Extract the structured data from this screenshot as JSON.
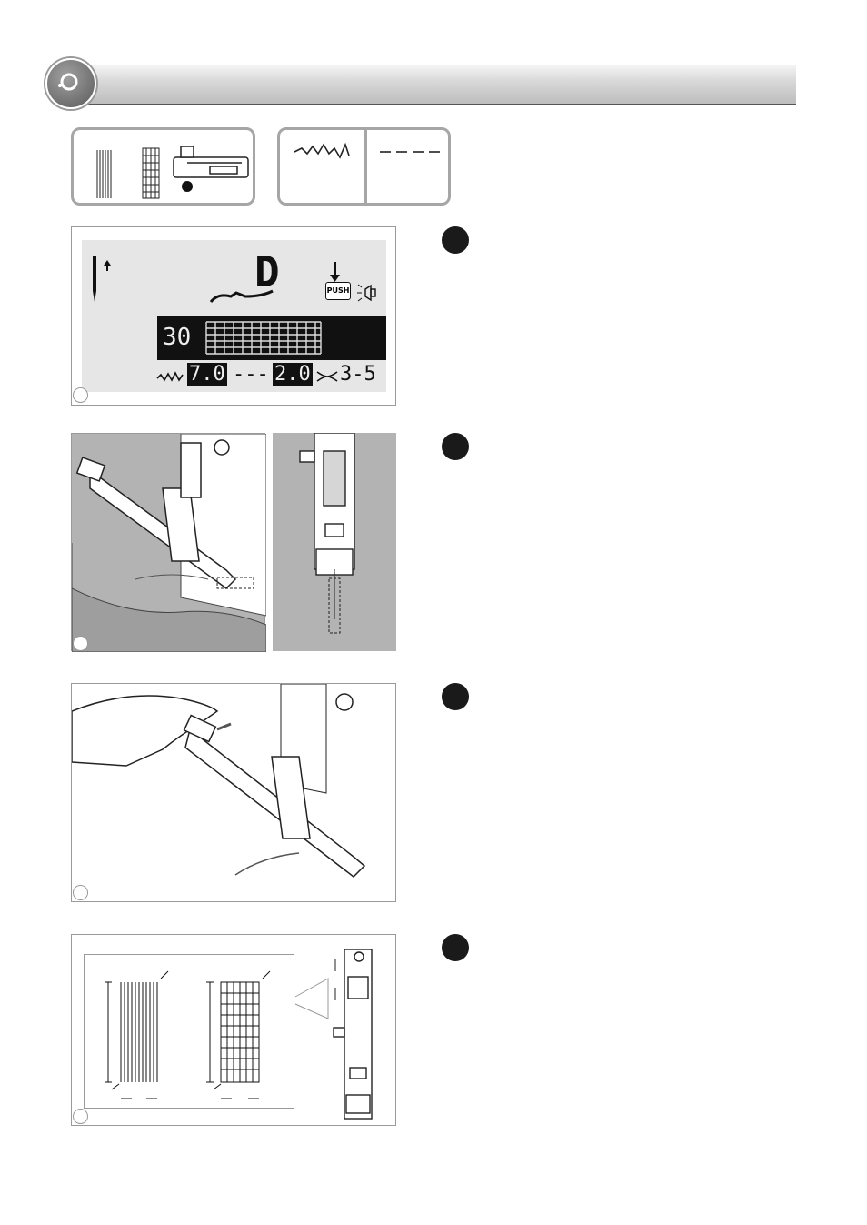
{
  "header": {
    "icon": "presser-foot-circle-icon"
  },
  "pattern_box": {
    "icons": [
      "bartack-stitch-icon",
      "darning-stitch-icon",
      "buttonhole-foot-icon",
      "dot-icon"
    ]
  },
  "settings_box": {
    "icons": [
      "zigzag-width-icon",
      "stitch-length-icon"
    ]
  },
  "steps": [
    {
      "number_icon": "step-1-dot"
    },
    {
      "number_icon": "step-2-dot"
    },
    {
      "number_icon": "step-3-dot"
    },
    {
      "number_icon": "step-4-dot"
    }
  ],
  "lcd": {
    "foot_letter": "D",
    "push_label": "PUSH",
    "pattern_number": "30",
    "width_value": "7.0",
    "length_dashes": "---",
    "length_value": "2.0",
    "tension_value": "3-5"
  },
  "colors": {
    "panel_gray": "#b3b3b3",
    "lcd_bg": "#e6e6e6",
    "black": "#111111"
  }
}
